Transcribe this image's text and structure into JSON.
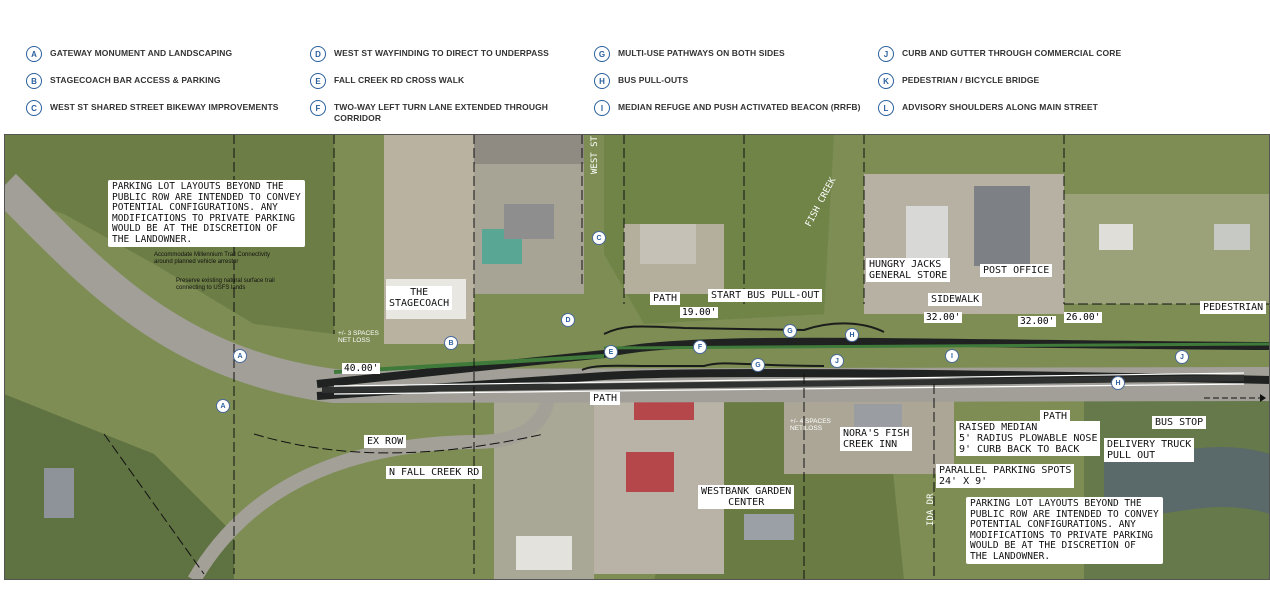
{
  "legend": [
    {
      "letter": "A",
      "text": "GATEWAY MONUMENT AND LANDSCAPING"
    },
    {
      "letter": "B",
      "text": "STAGECOACH BAR ACCESS & PARKING"
    },
    {
      "letter": "C",
      "text": "WEST ST SHARED STREET BIKEWAY IMPROVEMENTS"
    },
    {
      "letter": "D",
      "text": "WEST ST WAYFINDING TO DIRECT TO UNDERPASS"
    },
    {
      "letter": "E",
      "text": "FALL CREEK RD CROSS WALK"
    },
    {
      "letter": "F",
      "text": "TWO-WAY LEFT TURN LANE EXTENDED THROUGH CORRIDOR"
    },
    {
      "letter": "G",
      "text": "MULTI-USE PATHWAYS ON BOTH SIDES"
    },
    {
      "letter": "H",
      "text": "BUS PULL-OUTS"
    },
    {
      "letter": "I",
      "text": "MEDIAN REFUGE AND PUSH ACTIVATED BEACON (RRFB)"
    },
    {
      "letter": "J",
      "text": "CURB AND GUTTER THROUGH COMMERCIAL CORE"
    },
    {
      "letter": "K",
      "text": "PEDESTRIAN / BICYCLE BRIDGE"
    },
    {
      "letter": "L",
      "text": "ADVISORY SHOULDERS ALONG MAIN STREET"
    }
  ],
  "notes": {
    "parking_left": "PARKING LOT LAYOUTS BEYOND THE\nPUBLIC ROW ARE INTENDED TO CONVEY\nPOTENTIAL CONFIGURATIONS. ANY\nMODIFICATIONS TO PRIVATE PARKING\nWOULD BE AT THE DISCRETION OF\nTHE LANDOWNER.",
    "parking_right": "PARKING LOT LAYOUTS BEYOND THE\nPUBLIC ROW ARE INTENDED TO CONVEY\nPOTENTIAL CONFIGURATIONS. ANY\nMODIFICATIONS TO PRIVATE PARKING\nWOULD BE AT THE DISCRETION OF\nTHE LANDOWNER.",
    "millennium": "Accommodate Millennium Trail Connectivity\naround planned vehicle arrestor",
    "preserve": "Preserve existing natural surface trail\nconnecting to USFS lands",
    "spaces_3": "+/- 3 SPACES\nNET LOSS",
    "spaces_4": "+/- 4 SPACES\nNET LOSS"
  },
  "labels": {
    "west_st": "WEST ST",
    "fish_creek": "FISH CREEK",
    "stagecoach": "THE\nSTAGECOACH",
    "hungry_jacks": "HUNGRY JACKS\nGENERAL STORE",
    "post_office": "POST OFFICE",
    "path1": "PATH",
    "start_bus": "START BUS PULL-OUT",
    "sidewalk": "SIDEWALK",
    "pedestrian": "PEDESTRIAN",
    "path2": "PATH",
    "path3": "PATH",
    "ex_row": "EX ROW",
    "n_fall_creek": "N FALL CREEK RD",
    "noras": "NORA'S FISH\nCREEK INN",
    "raised_median": "RAISED MEDIAN\n5' RADIUS PLOWABLE NOSE\n9' CURB BACK TO BACK",
    "parallel": "PARALLEL PARKING SPOTS\n24' X 9'",
    "bus_stop": "BUS STOP",
    "delivery": "DELIVERY TRUCK\nPULL OUT",
    "westbank": "WESTBANK GARDEN\nCENTER",
    "ida_dr": "IDA DR"
  },
  "dims": {
    "d40": "40.00'",
    "d19": "19.00'",
    "d32a": "32.00'",
    "d32b": "32.00'",
    "d26": "26.00'"
  },
  "markers": {
    "A1": "A",
    "A2": "A",
    "B": "B",
    "C": "C",
    "D": "D",
    "E": "E",
    "F": "F",
    "G1": "G",
    "G2": "G",
    "H1": "H",
    "H2": "H",
    "I": "I",
    "J1": "J",
    "J2": "J"
  },
  "colors": {
    "legend_accent": "#2a5f9e",
    "road": "#2e3130",
    "vegetation": "#7c8c52",
    "median_green": "#3f7a3a"
  }
}
